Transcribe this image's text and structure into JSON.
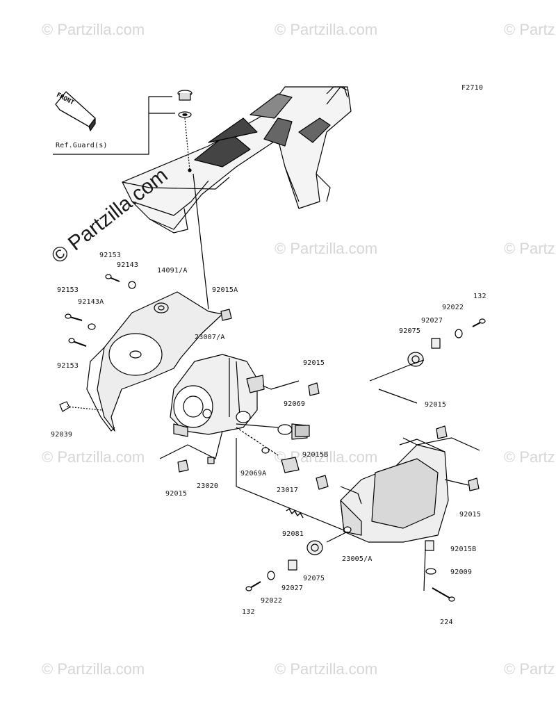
{
  "figure_code": "F2710",
  "front_label": "FRONT",
  "ref_guard_label": "Ref.Guard(s)",
  "watermark": "© Partzilla.com",
  "watermark_main": "© Partzilla.com",
  "parts": {
    "p92153_a": "92153",
    "p92143_a": "92143",
    "p14091a": "14091/A",
    "p92153_b": "92153",
    "p92143a": "92143A",
    "p92015a": "92015A",
    "p92153_c": "92153",
    "p92039": "92039",
    "p23007a": "23007/A",
    "p92015_a": "92015",
    "p92069": "92069",
    "p92015_b": "92015",
    "p23020": "23020",
    "p92069a": "92069A",
    "p23017": "23017",
    "p92015b_a": "92015B",
    "p92081": "92081",
    "p92075_a": "92075",
    "p92027_a": "92027",
    "p92022_a": "92022",
    "p132_a": "132",
    "p92015_c": "92015",
    "p92015_d": "92015",
    "p23005a": "23005/A",
    "p92015b_b": "92015B",
    "p92009": "92009",
    "p224": "224",
    "p92075_b": "92075",
    "p92027_b": "92027",
    "p92022_b": "92022",
    "p132_b": "132"
  }
}
